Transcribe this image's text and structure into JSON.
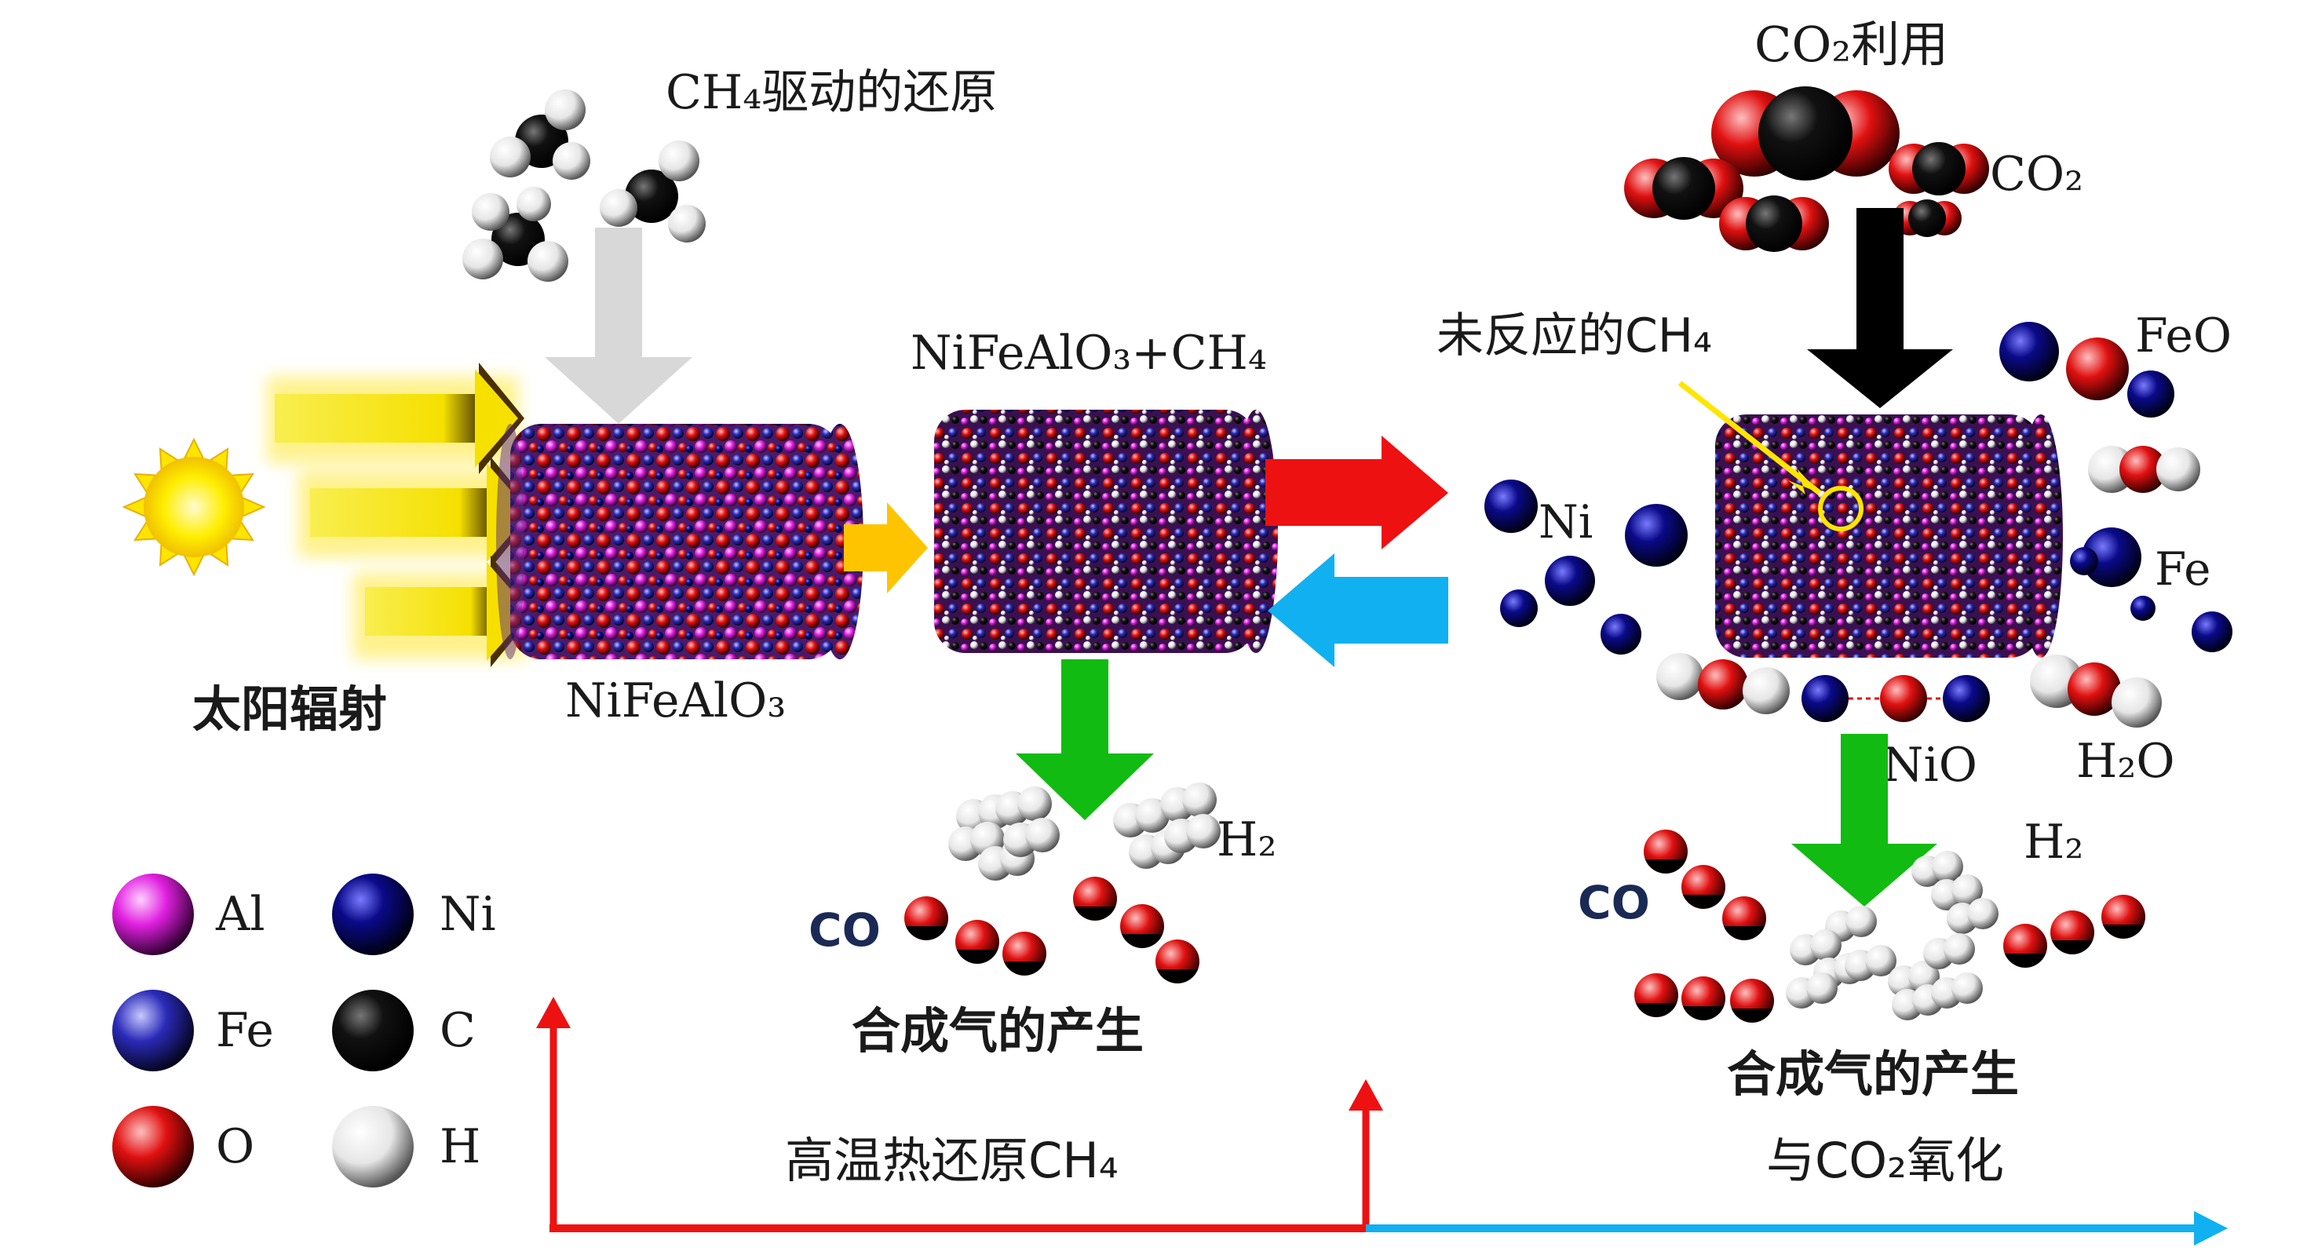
{
  "labels": {
    "ch4_reduction": "CH₄驱动的还原",
    "solar": "太阳辐射",
    "catalyst": "NiFeAlO₃",
    "catalyst_ch4": "NiFeAlO₃+CH₄",
    "unreacted": "未反应的CH₄",
    "co2_use": "CO₂利用",
    "co2": "CO₂",
    "feo": "FeO",
    "ni": "Ni",
    "fe": "Fe",
    "nio": "NiO",
    "h2o": "H₂O",
    "h2_left": "H₂",
    "h2_right": "H₂",
    "co_left": "CO",
    "co_right": "CO",
    "syngas_left": "合成气的产生",
    "syngas_right": "合成气的产生",
    "bottom_left": "高温热还原CH₄",
    "bottom_right": "与CO₂氧化"
  },
  "legend": [
    {
      "symbol": "Al",
      "color": "#e020e0"
    },
    {
      "symbol": "Fe",
      "color": "#2a2ab8"
    },
    {
      "symbol": "O",
      "color": "#e01010"
    },
    {
      "symbol": "Ni",
      "color": "#0a0a6a"
    },
    {
      "symbol": "C",
      "color": "#000000"
    },
    {
      "symbol": "H",
      "color": "#f4f4f4"
    }
  ],
  "colors": {
    "red_arrow": "#ee1111",
    "blue_arrow": "#11b0f0",
    "green_arrow": "#11bb11",
    "gray_arrow": "#d8d8d8",
    "black_arrow": "#000000",
    "yellow_arrow": "#f6e000",
    "orange_arrow": "#ffc400",
    "sun": "#ffe500"
  }
}
